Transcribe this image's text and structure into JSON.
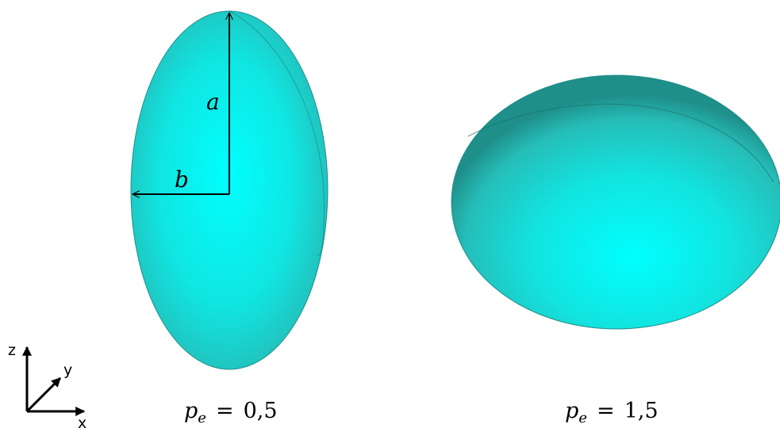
{
  "colors": {
    "surface_light": "#00ffff",
    "surface_mid": "#2ed4cc",
    "surface_dark": "#1f8f8a",
    "arrow": "#000000"
  },
  "prolate": {
    "semi_axis_a_label": "a",
    "semi_axis_b_label": "b",
    "caption": {
      "symbol": "p",
      "subscript": "e",
      "equals": "=",
      "value": "0,5"
    }
  },
  "oblate": {
    "caption": {
      "symbol": "p",
      "subscript": "e",
      "equals": "=",
      "value": "1,5"
    }
  },
  "triad": {
    "z_label": "z",
    "y_label": "y",
    "x_label": "x"
  }
}
